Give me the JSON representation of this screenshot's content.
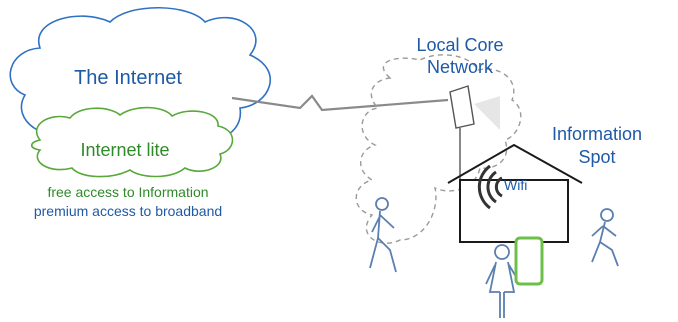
{
  "labels": {
    "internet": "The Internet",
    "internet_lite": "Internet lite",
    "free_access": "free access to Information",
    "premium_access": "premium access to broadband",
    "local_core_line1": "Local Core",
    "local_core_line2": "Network",
    "info_spot_line1": "Information",
    "info_spot_line2": "Spot",
    "wifi": "Wifi"
  },
  "colors": {
    "internet_cloud": "#2f72c4",
    "internet_lite_cloud": "#58a83a",
    "lite_text": "#2f8a2a",
    "label_blue": "#1e5aa6",
    "line_gray": "#8a8a8a",
    "dashed_gray": "#9a9a9a",
    "house_black": "#1a1a1a",
    "person_blue": "#5b7fb0",
    "phone_green": "#6cc04a"
  }
}
